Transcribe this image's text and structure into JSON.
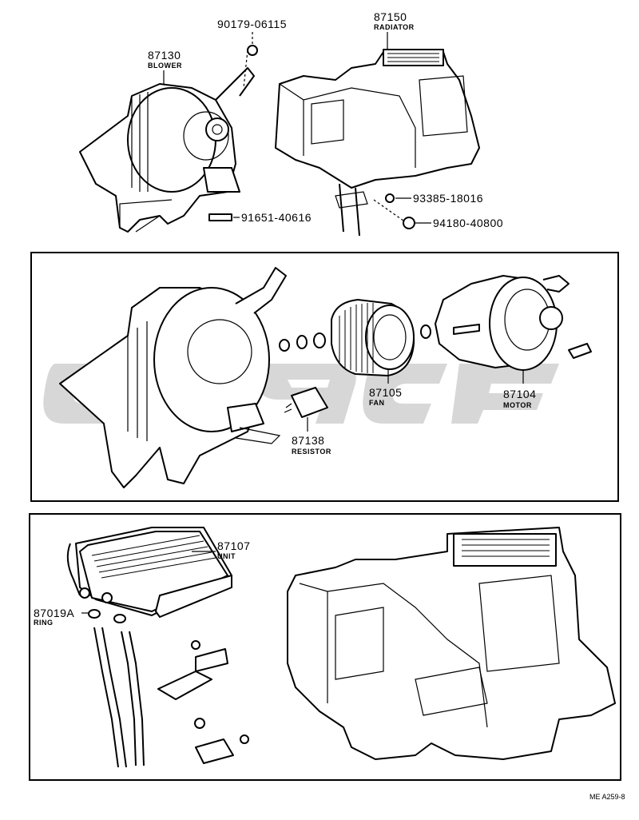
{
  "labels": {
    "radiator": {
      "number": "87150",
      "name": "RADIATOR"
    },
    "blower": {
      "number": "87130",
      "name": "BLOWER"
    },
    "nut_top": {
      "number": "90179-06115"
    },
    "screw_right": {
      "number": "93385-18016"
    },
    "nut_right": {
      "number": "94180-40800"
    },
    "bolt_left": {
      "number": "91651-40616"
    },
    "fan": {
      "number": "87105",
      "name": "FAN"
    },
    "motor": {
      "number": "87104",
      "name": "MOTOR"
    },
    "resistor": {
      "number": "87138",
      "name": "RESISTOR"
    },
    "unit": {
      "number": "87107",
      "name": "UNIT"
    },
    "ring": {
      "number": "87019A",
      "name": "RING"
    }
  },
  "footer": {
    "code": "ME A259-8"
  }
}
